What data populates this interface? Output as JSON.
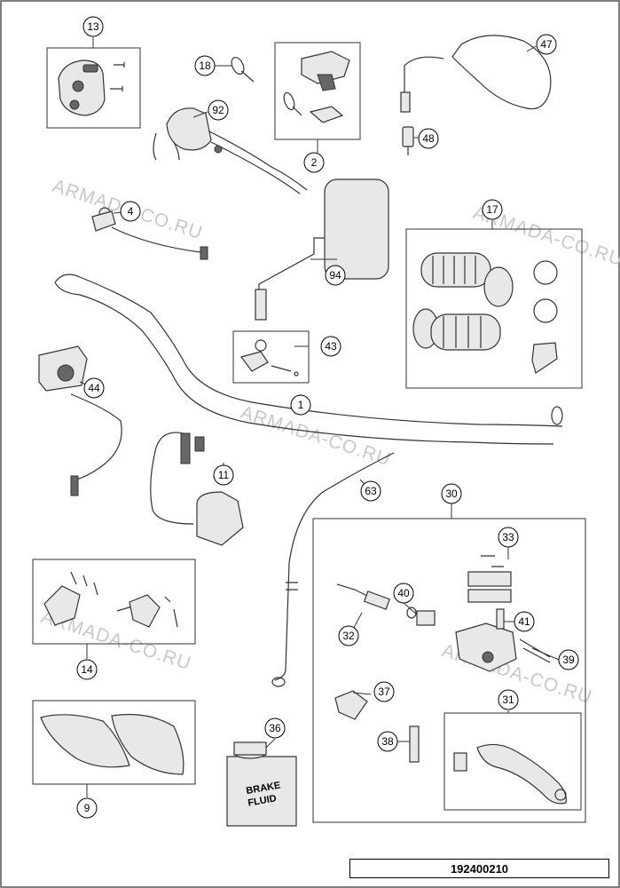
{
  "watermark": {
    "text": "ARMADA-CO.RU"
  },
  "document_number": "192400210",
  "callouts": {
    "c1": "1",
    "c2": "2",
    "c4": "4",
    "c9": "9",
    "c11": "11",
    "c13": "13",
    "c14": "14",
    "c17": "17",
    "c18": "18",
    "c30": "30",
    "c31": "31",
    "c32": "32",
    "c33": "33",
    "c36": "36",
    "c37": "37",
    "c38": "38",
    "c39": "39",
    "c40": "40",
    "c41": "41",
    "c43": "43",
    "c44": "44",
    "c47": "47",
    "c48": "48",
    "c63": "63",
    "c92": "92",
    "c94": "94"
  },
  "labels": {
    "brake_fluid_line1": "BRAKE",
    "brake_fluid_line2": "FLUID"
  }
}
